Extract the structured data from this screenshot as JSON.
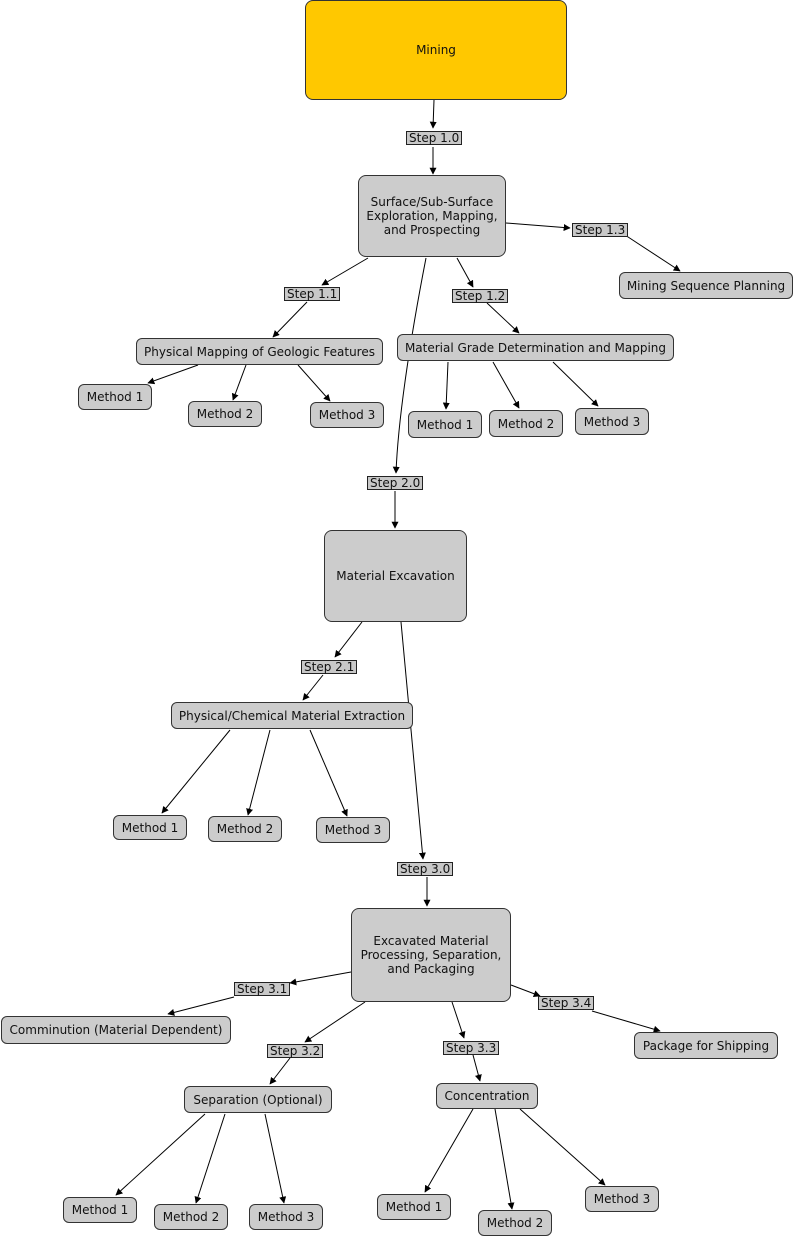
{
  "nodes": {
    "mining": "Mining",
    "exploration": "Surface/Sub-Surface Exploration, Mapping, and Prospecting",
    "sequence_planning": "Mining Sequence Planning",
    "physical_mapping": "Physical Mapping of Geologic Features",
    "grade_determination": "Material Grade Determination and Mapping",
    "pm_method1": "Method 1",
    "pm_method2": "Method 2",
    "pm_method3": "Method 3",
    "gd_method1": "Method 1",
    "gd_method2": "Method 2",
    "gd_method3": "Method 3",
    "excavation": "Material Excavation",
    "extraction": "Physical/Chemical Material Extraction",
    "ex_method1": "Method 1",
    "ex_method2": "Method 2",
    "ex_method3": "Method 3",
    "processing": "Excavated Material Processing, Separation, and Packaging",
    "comminution": "Comminution (Material Dependent)",
    "shipping": "Package for Shipping",
    "separation": "Separation (Optional)",
    "concentration": "Concentration",
    "sep_method1": "Method 1",
    "sep_method2": "Method 2",
    "sep_method3": "Method 3",
    "con_method1": "Method 1",
    "con_method2": "Method 2",
    "con_method3": "Method 3"
  },
  "steps": {
    "s1_0": "Step 1.0",
    "s1_1": "Step 1.1",
    "s1_2": "Step 1.2",
    "s1_3": "Step 1.3",
    "s2_0": "Step 2.0",
    "s2_1": "Step 2.1",
    "s3_0": "Step 3.0",
    "s3_1": "Step 3.1",
    "s3_2": "Step 3.2",
    "s3_3": "Step 3.3",
    "s3_4": "Step 3.4"
  },
  "colors": {
    "root_fill": "#ffc800",
    "node_fill": "#cccccc",
    "edge": "#000000"
  }
}
